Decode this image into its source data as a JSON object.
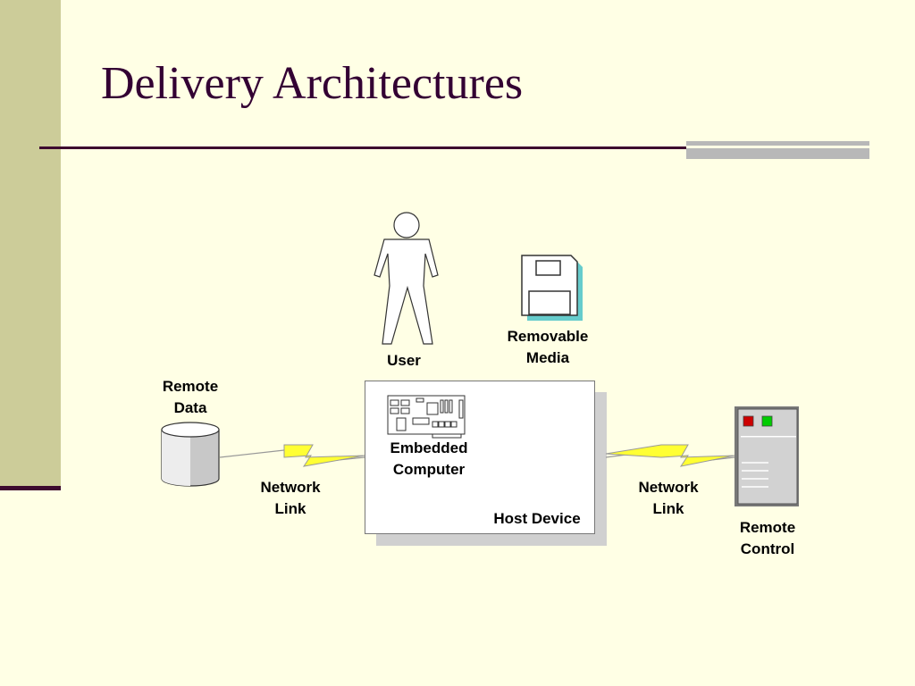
{
  "slide": {
    "title": "Delivery Architectures"
  },
  "diagram": {
    "user": "User",
    "removable_media": [
      "Removable",
      "Media"
    ],
    "remote_data": [
      "Remote",
      "Data"
    ],
    "embedded_computer": [
      "Embedded",
      "Computer"
    ],
    "host_device": "Host Device",
    "network_link_left": [
      "Network",
      "Link"
    ],
    "network_link_right": [
      "Network",
      "Link"
    ],
    "remote_control": [
      "Remote",
      "Control"
    ]
  },
  "colors": {
    "background": "#FFFFE5",
    "sidebar": "#CCCC99",
    "title": "#330033",
    "rule": "#3D0A2F",
    "lightning": "#FFFF33",
    "floppy_shadow": "#66CCCC",
    "led_red": "#CC0000",
    "led_green": "#00CC00"
  }
}
